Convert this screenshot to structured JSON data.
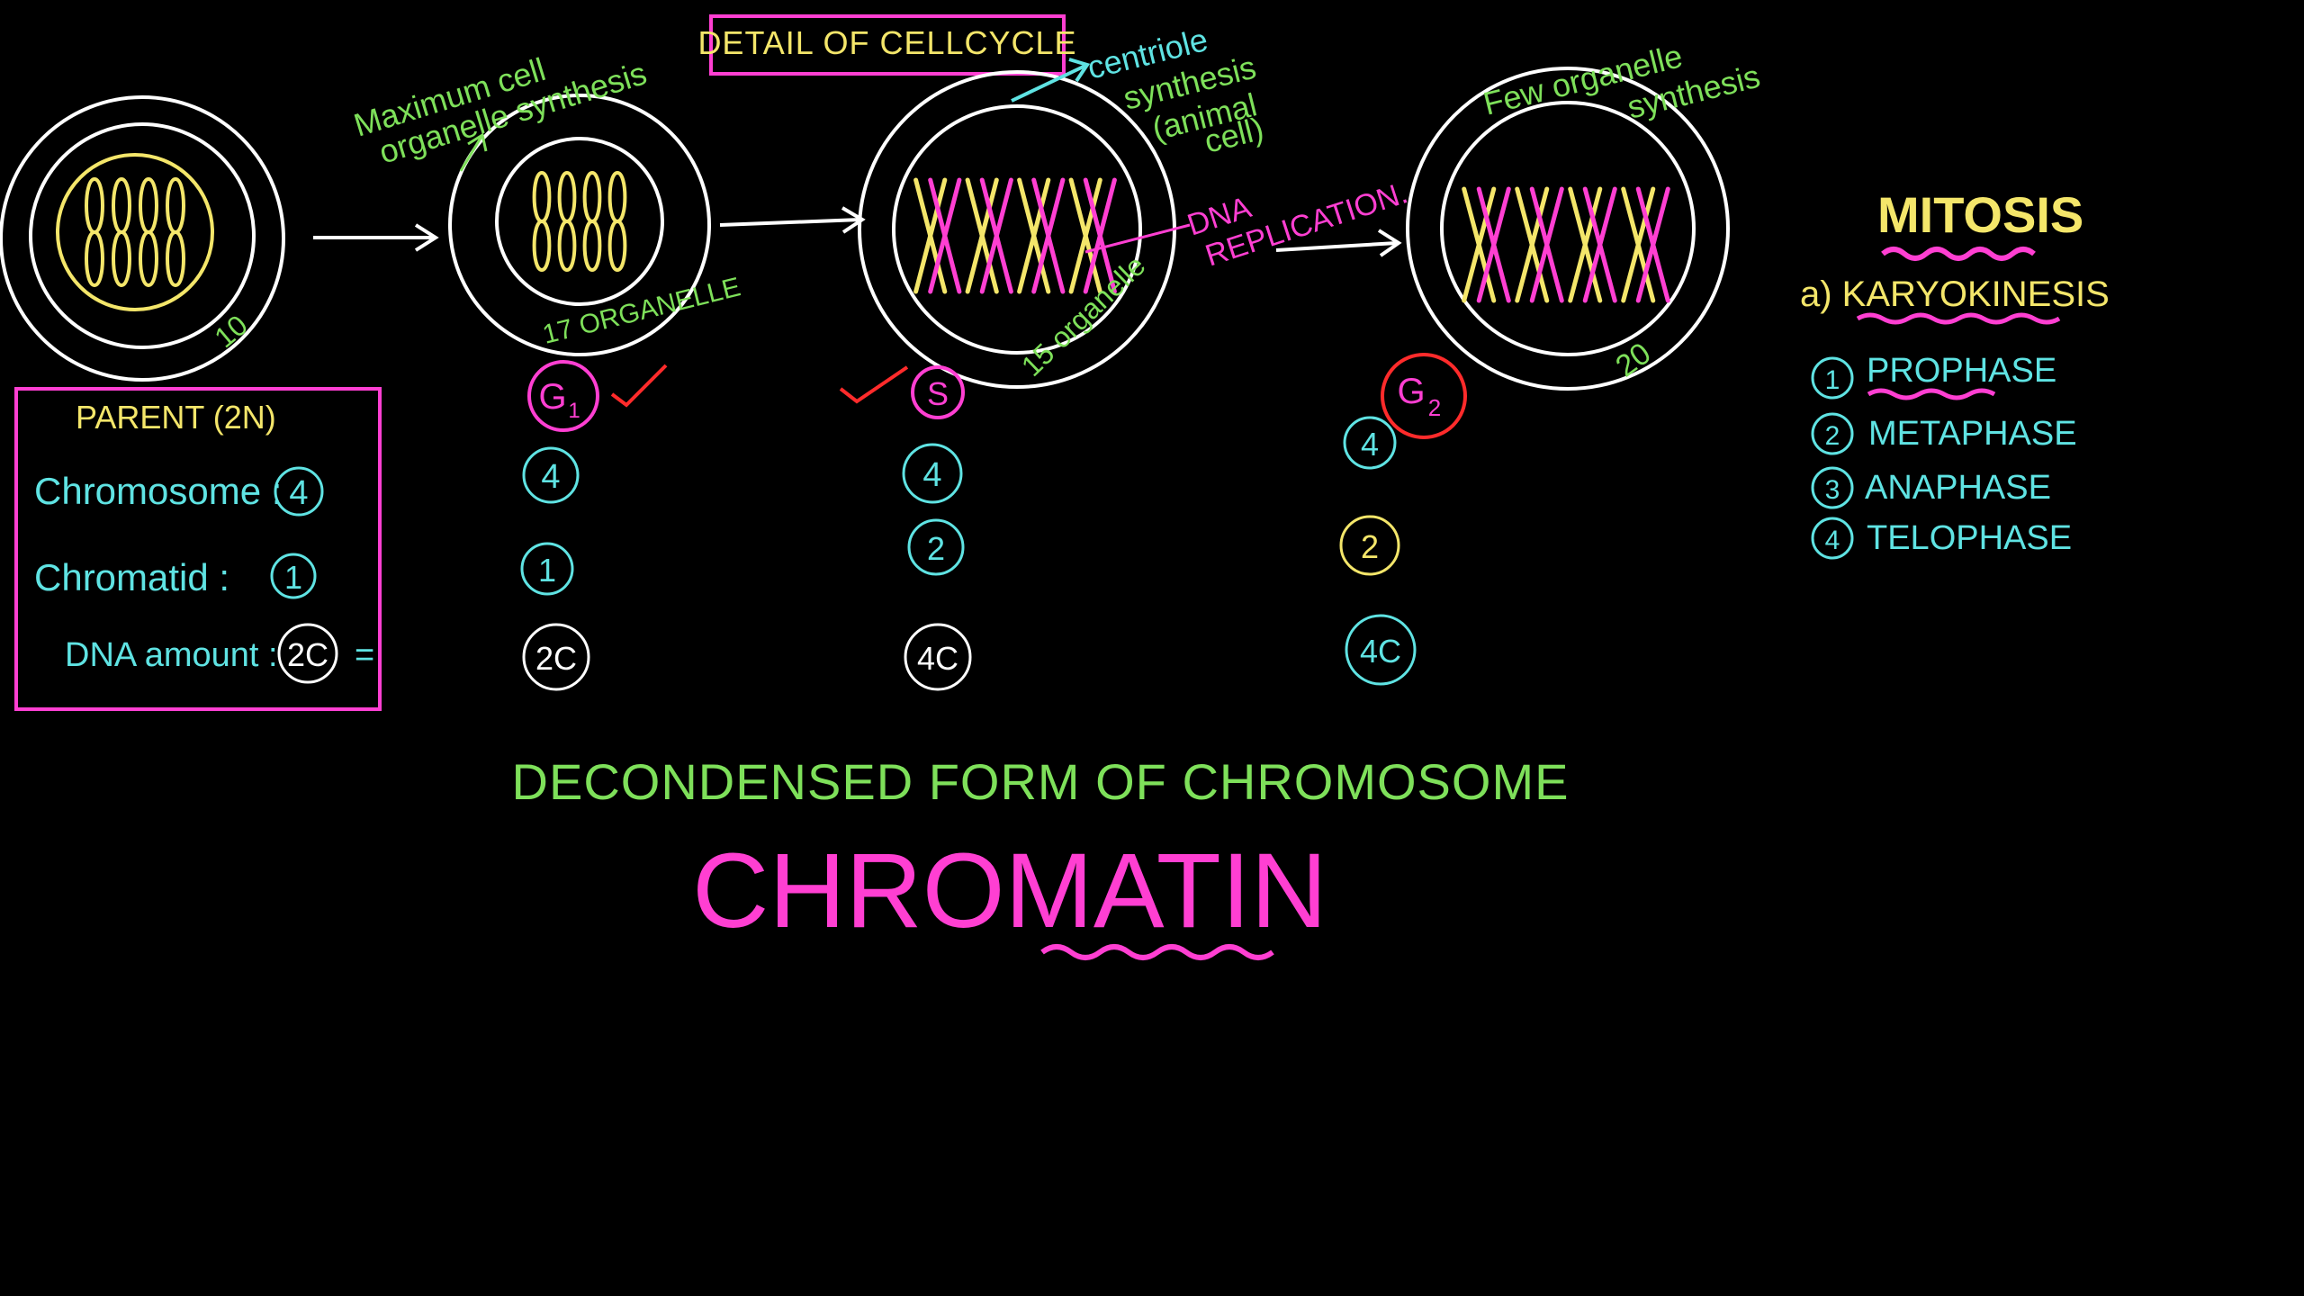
{
  "colors": {
    "background": "#000000",
    "white": "#ffffff",
    "green": "#7ee05a",
    "yellow": "#f4e66a",
    "pink": "#ff3fd2",
    "cyan": "#5fe3e3",
    "red": "#ff2b2b"
  },
  "header": {
    "title": "DETAIL OF CELLCYCLE"
  },
  "cells": {
    "cell1_number": "10",
    "cell2_note_line1": "Maximum cell",
    "cell2_note_line2": "organelle synthesis",
    "cell2_organelle": "17 ORGANELLE",
    "cell3_note_line1": "centriole",
    "cell3_note_line2": "synthesis",
    "cell3_note_line3": "(animal",
    "cell3_note_line4": "cell)",
    "cell3_organelle": "15 organelle",
    "dna_line1": "DNA",
    "dna_line2": "REPLICATION.",
    "cell4_note_line1": "Few organelle",
    "cell4_note_line2": "synthesis",
    "cell4_number": "20"
  },
  "parent_box": {
    "title": "PARENT (2N)",
    "chromosome_label": "Chromosome :",
    "chromosome_value": "4",
    "chromatid_label": "Chromatid :",
    "chromatid_value": "1",
    "dna_label": "DNA amount :",
    "dna_value": "2C",
    "equals": "="
  },
  "phases": {
    "g1": {
      "label": "G",
      "sub": "1",
      "chromosome": "4",
      "chromatid": "1",
      "dna": "2C"
    },
    "s": {
      "label": "S",
      "chromosome": "4",
      "chromatid": "2",
      "dna": "4C"
    },
    "g2": {
      "label": "G",
      "sub": "2",
      "chromosome": "4",
      "chromatid": "2",
      "dna": "4C"
    }
  },
  "mitosis": {
    "title": "MITOSIS",
    "subtitle": "a) KARYOKINESIS",
    "steps": [
      {
        "num": "1",
        "label": "PROPHASE"
      },
      {
        "num": "2",
        "label": "METAPHASE"
      },
      {
        "num": "3",
        "label": "ANAPHASE"
      },
      {
        "num": "4",
        "label": "TELOPHASE"
      }
    ]
  },
  "footer": {
    "subtitle": "DECONDENSED FORM OF CHROMOSOME",
    "title": "CHROMATIN"
  }
}
